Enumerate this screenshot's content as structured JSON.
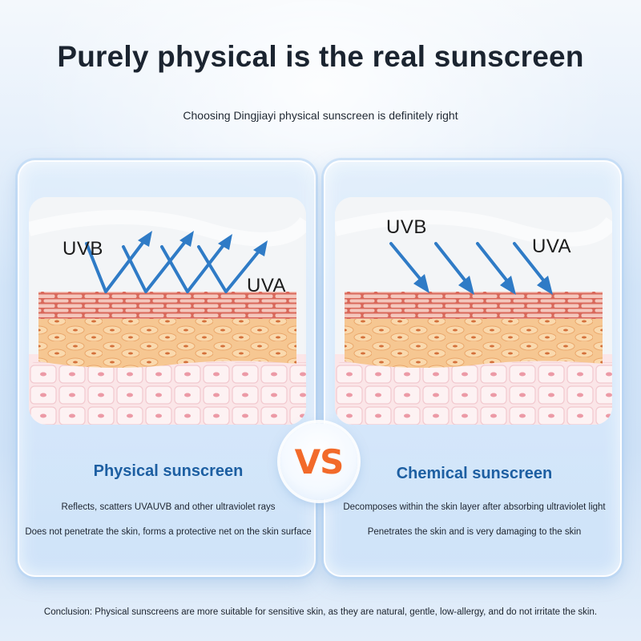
{
  "header": {
    "title": "Purely physical is the real sunscreen",
    "subtitle": "Choosing Dingjiayi physical sunscreen is definitely right"
  },
  "physical": {
    "label_uvb": "UVB",
    "label_uva": "UVA",
    "title": "Physical sunscreen",
    "desc_1": "Reflects, scatters UVAUVB and other ultraviolet rays",
    "desc_2": "Does not penetrate the skin, forms a protective net on the skin surface"
  },
  "chemical": {
    "label_uvb": "UVB",
    "label_uva": "UVA",
    "title": "Chemical sunscreen",
    "desc_1": "Decomposes within the skin layer after absorbing ultraviolet light",
    "desc_2": "Penetrates the skin and is very damaging to the skin"
  },
  "vs": "VS",
  "conclusion": "Conclusion: Physical sunscreens are more suitable for sensitive skin, as they are natural, gentle, low-allergy, and do not irritate the skin.",
  "colors": {
    "title_text": "#1b2430",
    "card_title": "#1d5fa2",
    "vs_orange": "#f26a2a",
    "arrow_blue": "#2f7bc6",
    "brick_red": "#e07a66",
    "fat_orange": "#f2c591",
    "dermis_pink": "#f7d4d8"
  }
}
